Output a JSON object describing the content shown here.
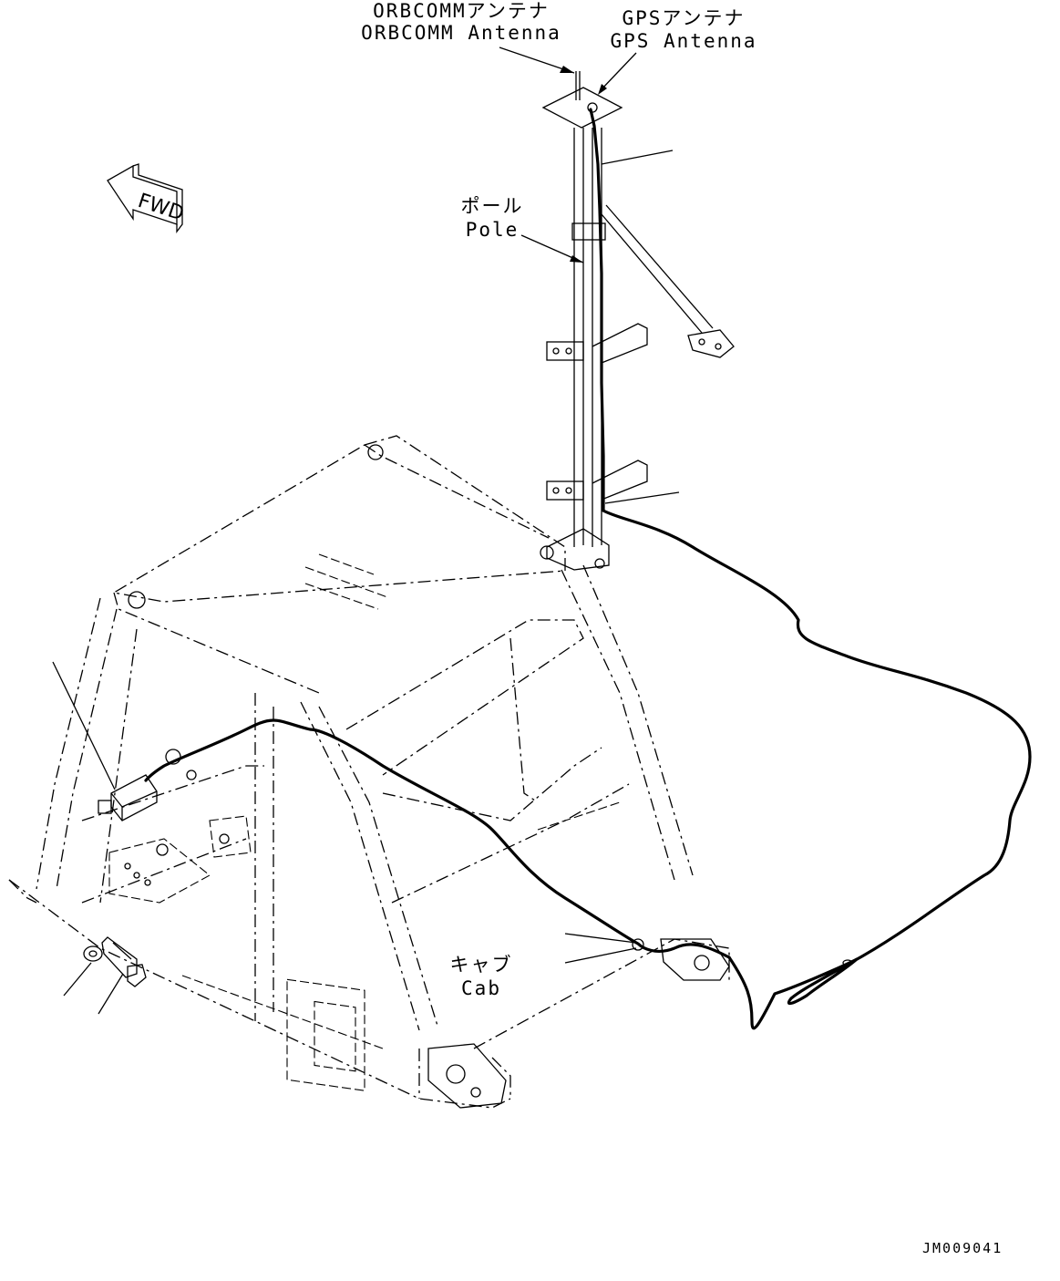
{
  "labels": {
    "orbcomm_jp": "ORBCOMMアンテナ",
    "orbcomm_en": "ORBCOMM Antenna",
    "gps_jp": "GPSアンテナ",
    "gps_en": "GPS Antenna",
    "pole_jp": "ポール",
    "pole_en": "Pole",
    "cab_jp": "キャブ",
    "cab_en": "Cab",
    "fwd": "FWD",
    "drawing_no": "JM009041"
  }
}
